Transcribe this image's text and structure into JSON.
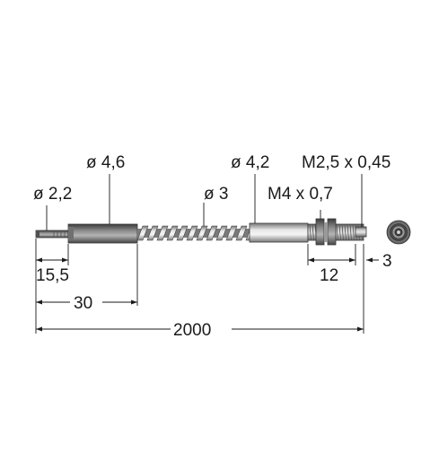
{
  "labels": {
    "d_tip": "ø 2,2",
    "d_sleeve": "ø 4,6",
    "d_spiral": "ø 3",
    "d_end": "ø 4,2",
    "thread_m2": "M2,5 x 0,45",
    "thread_m4": "M4 x 0,7",
    "len_tip": "15,5",
    "len_sleeve": "30",
    "len_total": "2000",
    "len_thread": "12",
    "len_end": "3"
  },
  "colors": {
    "line": "#1a1a1a",
    "metal_dark": "#6f6f6f",
    "metal_mid": "#a8a8a8",
    "metal_light": "#d9d9d9"
  }
}
